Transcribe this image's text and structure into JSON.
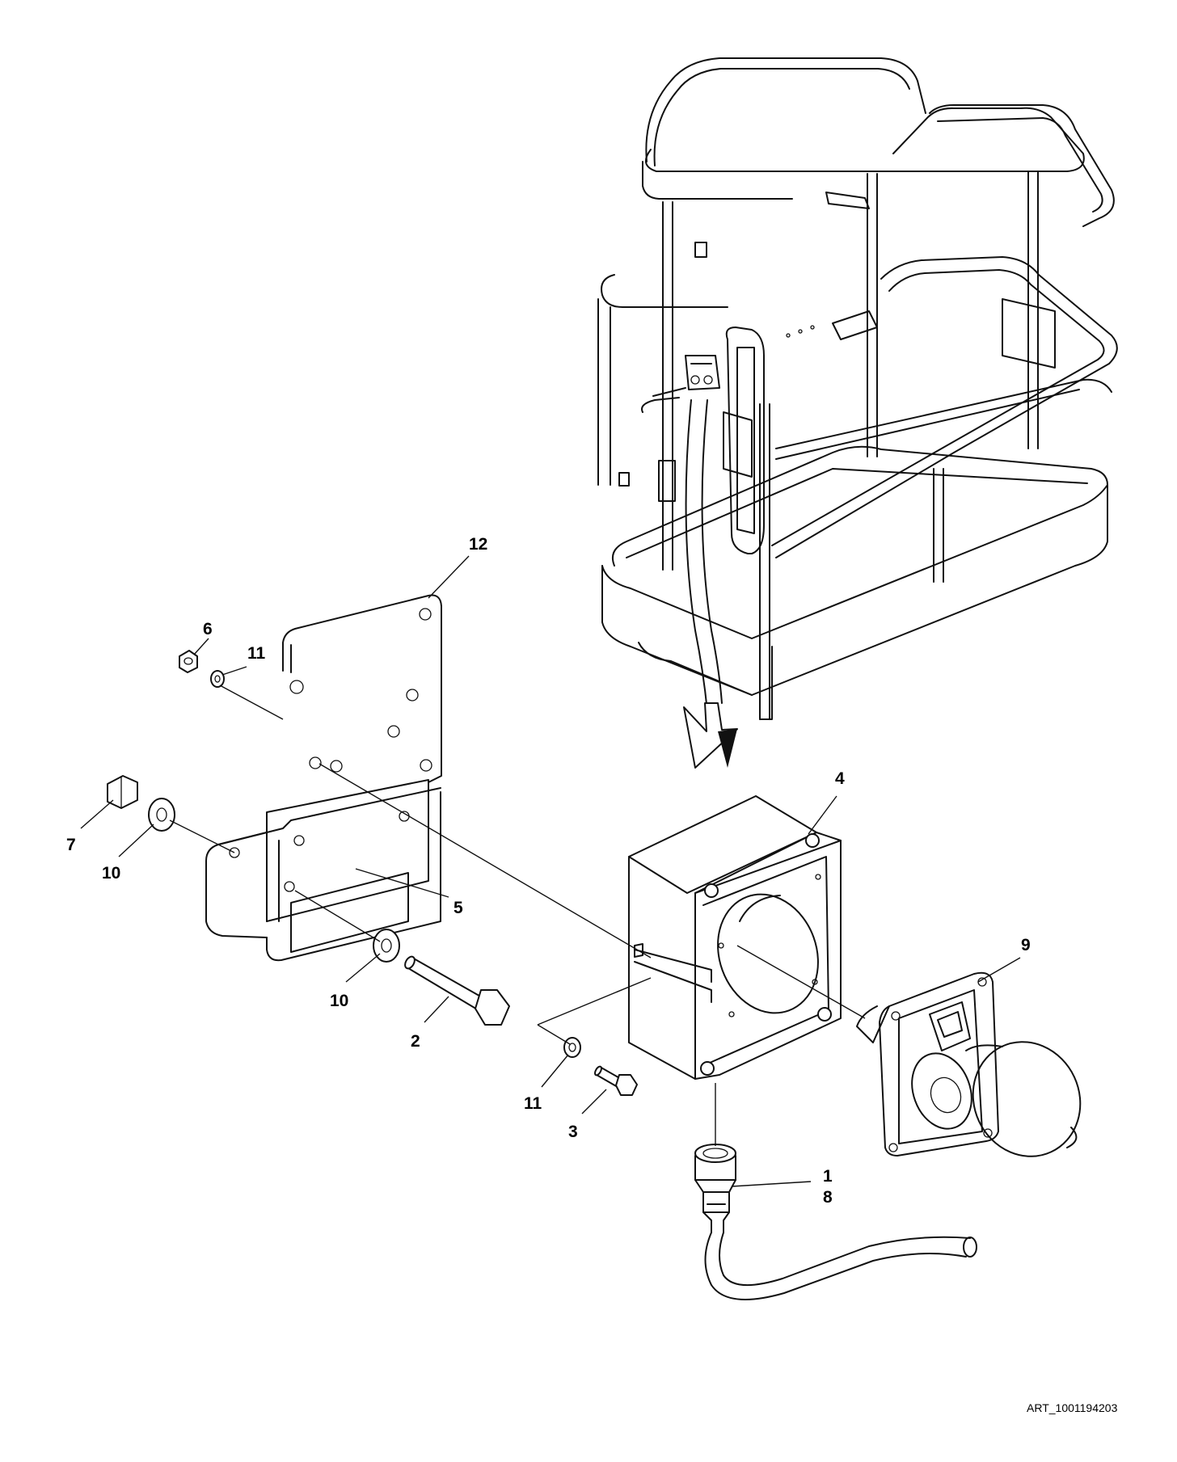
{
  "callouts": {
    "c1": "1",
    "c2": "2",
    "c3": "3",
    "c4": "4",
    "c5": "5",
    "c6": "6",
    "c7": "7",
    "c8": "8",
    "c9": "9",
    "c10a": "10",
    "c10b": "10",
    "c11a": "11",
    "c11b": "11",
    "c12": "12"
  },
  "art_number": "ART_1001194203"
}
